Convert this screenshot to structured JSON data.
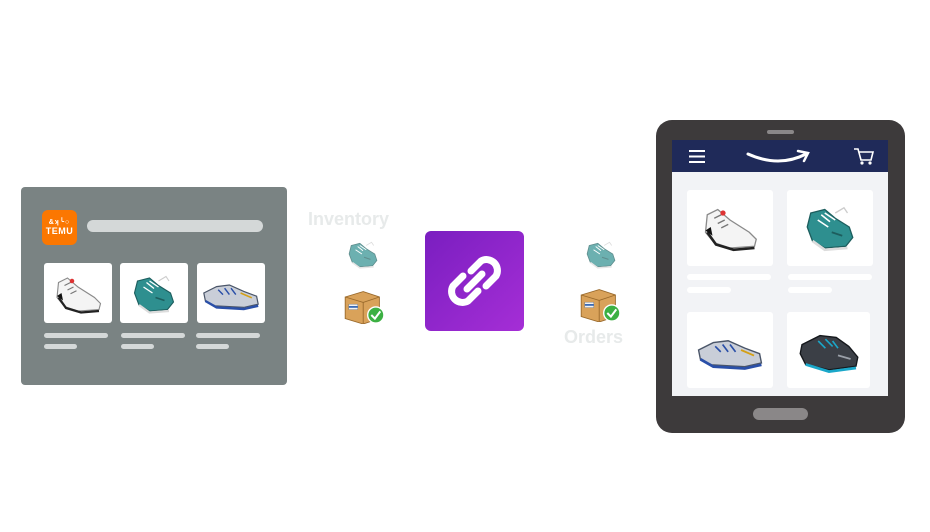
{
  "source": {
    "name": "Temu",
    "logo_top": "&ʞ╰○",
    "logo_text": "TEMU",
    "brand_color": "#fb7701",
    "panel_color": "#7a8383"
  },
  "flow": {
    "inventory_label": "Inventory",
    "orders_label": "Orders",
    "connector_icon": "link-icon",
    "connector_colors": [
      "#7a1ec0",
      "#a52ed6"
    ]
  },
  "target": {
    "name": "Amazon",
    "header_color": "#1f2a59",
    "icons": [
      "menu-icon",
      "amazon-smile-logo",
      "cart-icon"
    ]
  },
  "products": [
    "white-sneaker-icon",
    "teal-sneaker-icon",
    "grey-blue-running-shoe-icon",
    "dark-trail-shoe-icon"
  ]
}
